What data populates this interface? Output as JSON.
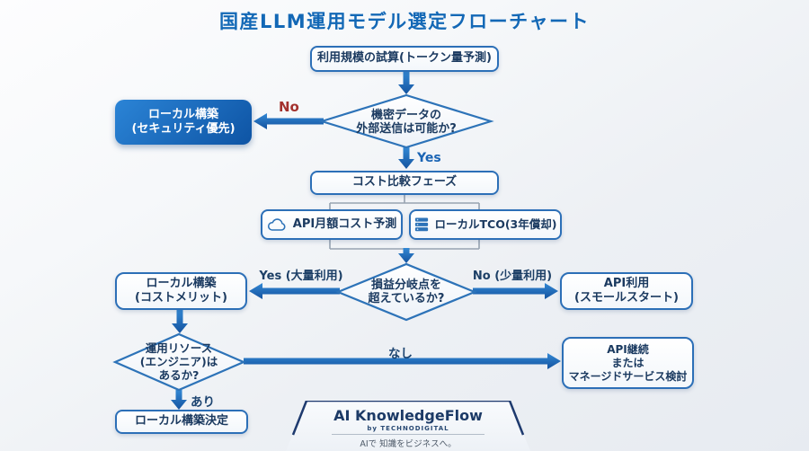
{
  "title": "国産LLM運用モデル選定フローチャート",
  "nodes": {
    "estimate": {
      "label": "利用規模の試算(トークン量予測)"
    },
    "decision_confidential": {
      "label": "機密データの\n外部送信は可能か?"
    },
    "local_security": {
      "label": "ローカル構築\n(セキュリティ優先)"
    },
    "cost_phase": {
      "label": "コスト比較フェーズ"
    },
    "api_cost": {
      "label": "API月額コスト予測",
      "icon": "cloud-icon"
    },
    "local_tco": {
      "label": "ローカルTCO(3年償却)",
      "icon": "server-icon"
    },
    "decision_breakeven": {
      "label": "損益分岐点を\n超えているか?"
    },
    "local_cost": {
      "label": "ローカル構築\n(コストメリット)"
    },
    "api_small": {
      "label": "API利用\n(スモールスタート)"
    },
    "decision_resource": {
      "label": "運用リソース\n(エンジニア)は\nあるか?"
    },
    "api_continue": {
      "label": "API継続\nまたは\nマネージドサービス検討"
    },
    "local_decided": {
      "label": "ローカル構築決定"
    }
  },
  "edge_labels": {
    "no_security": "No",
    "yes_security": "Yes",
    "yes_volume": "Yes (大量利用)",
    "no_volume": "No (少量利用)",
    "no_resource": "なし",
    "yes_resource": "あり"
  },
  "logo": {
    "name": "AI KnowledgeFlow",
    "by": "by TECHNODIGITAL",
    "tagline": "AIで 知識をビジネスへ。"
  },
  "colors": {
    "title_blue": "#1368b6",
    "arrow_blue_light": "#3388d4",
    "arrow_blue_dark": "#14539f",
    "box_border": "#2c6fb7",
    "navy_text": "#1b3a60",
    "red_no": "#a3312d",
    "filled_box_start": "#2b84d6",
    "filled_box_end": "#0e54a4",
    "bracket_gray": "#97a3b1"
  }
}
